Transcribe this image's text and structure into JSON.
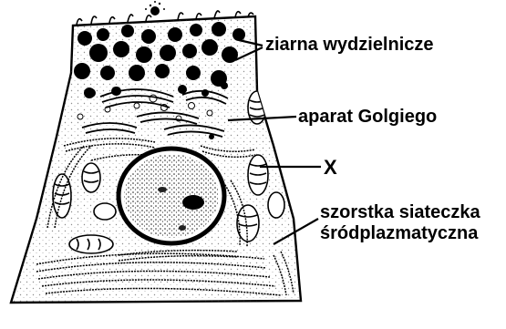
{
  "labels": {
    "granules": "ziarna wydzielnicze",
    "golgi": "aparat Golgiego",
    "x": "X",
    "rer_line1": "szorstka siateczka",
    "rer_line2": "śródplazmatyczna"
  }
}
